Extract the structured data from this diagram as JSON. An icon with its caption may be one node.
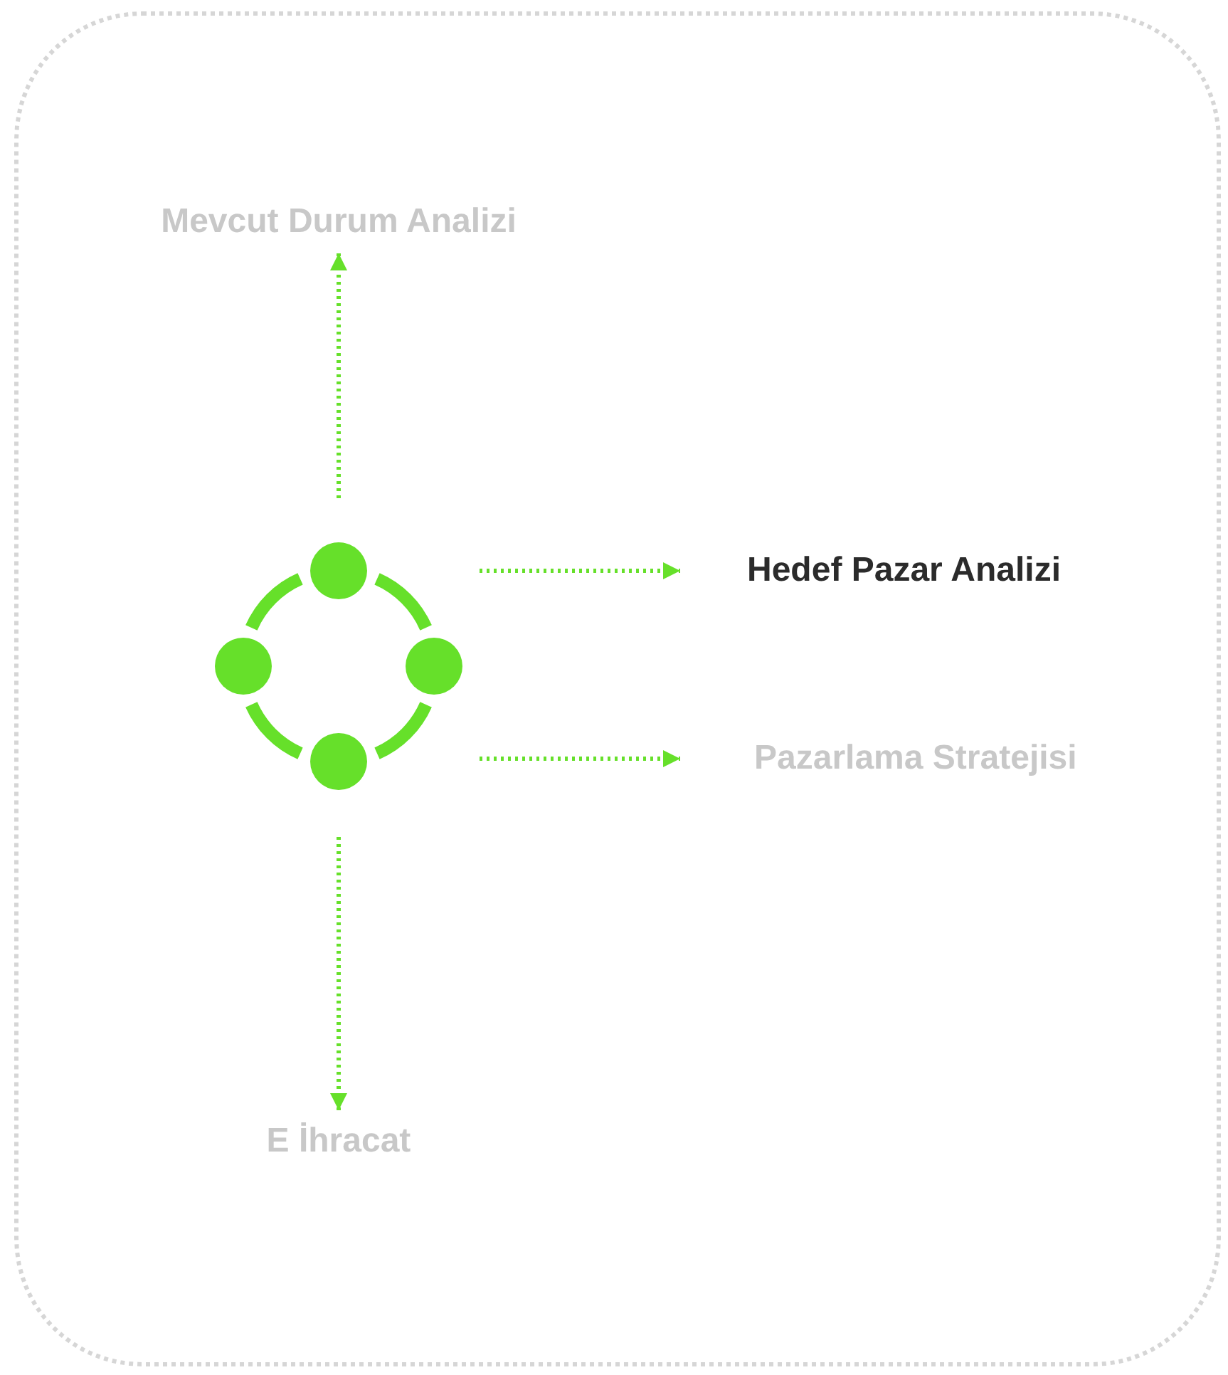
{
  "diagram": {
    "nodes": [
      {
        "text": [],
        "shape": "picture"
      },
      {
        "text": [
          "Mevcut Durum Analizi"
        ]
      },
      {
        "text": [
          "Hedef Pazar Analizi"
        ]
      },
      {
        "text": [
          "Pazarlama Stratejisi"
        ]
      },
      {
        "text": [
          "E İhracat"
        ]
      }
    ],
    "edges": [
      {
        "from": 0,
        "to": 1,
        "arrow": "to",
        "style": "dashed"
      },
      {
        "from": 0,
        "to": 2,
        "arrow": "to",
        "style": "dashed"
      },
      {
        "from": 0,
        "to": 3,
        "arrow": "to",
        "style": "dashed"
      },
      {
        "from": 0,
        "to": 4,
        "arrow": "to",
        "style": "dashed"
      }
    ]
  }
}
